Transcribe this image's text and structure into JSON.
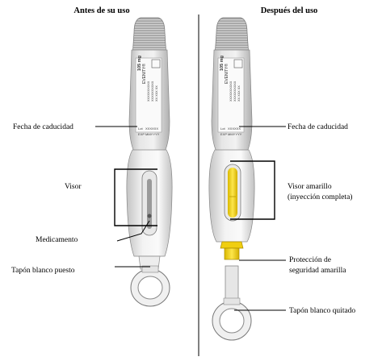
{
  "headers": {
    "before": "Antes de su uso",
    "after": "Después del uso"
  },
  "label_card": {
    "brand": "EVENITY®",
    "dose": "105 mg",
    "lot_prefix": "Lot",
    "exp_prefix": "EXP",
    "lot_value": "XXXXXX",
    "exp_value": "MMYYYY",
    "code_line_1": "XXXXXXXXXX",
    "code_line_2": "XXXXXXXXXX",
    "code_line_3": "XX XXX XX"
  },
  "callouts_left": {
    "expiry": "Fecha de caducidad",
    "window": "Visor",
    "medicine": "Medicamento",
    "cap_on": "Tapón blanco puesto"
  },
  "callouts_right": {
    "expiry": "Fecha de caducidad",
    "window_line1": "Visor amarillo",
    "window_line2": "(inyección completa)",
    "guard_line1": "Protección de",
    "guard_line2": "seguridad amarilla",
    "cap_off": "Tapón blanco quitado"
  },
  "colors": {
    "yellow": "#f2d21a",
    "pen_body": "#d8d8d8",
    "grip": "#a9a9a9",
    "line": "#000000"
  },
  "icons": [
    "pen-before-use",
    "pen-after-use",
    "yellow-safety-guard",
    "white-cap"
  ]
}
